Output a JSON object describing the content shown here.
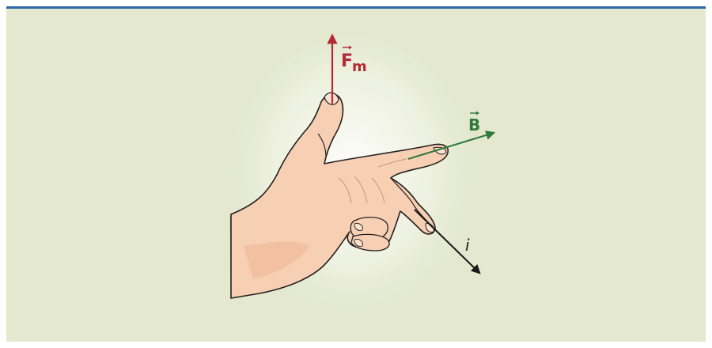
{
  "colors": {
    "background": "#e3e8cf",
    "top_rule": "#2f68a8",
    "halo": "#f2f5e6",
    "skin": "#f7d0b3",
    "skin_shadow": "#efb494",
    "outline": "#231f20",
    "force": "#b42a34",
    "field": "#2f7a3c",
    "current": "#1a1a1a"
  },
  "diagram": {
    "force_vector": {
      "symbol": "F",
      "subscript": "m",
      "has_arrow_over": true
    },
    "field_vector": {
      "symbol": "B",
      "has_arrow_over": true
    },
    "current": {
      "symbol": "i"
    }
  }
}
